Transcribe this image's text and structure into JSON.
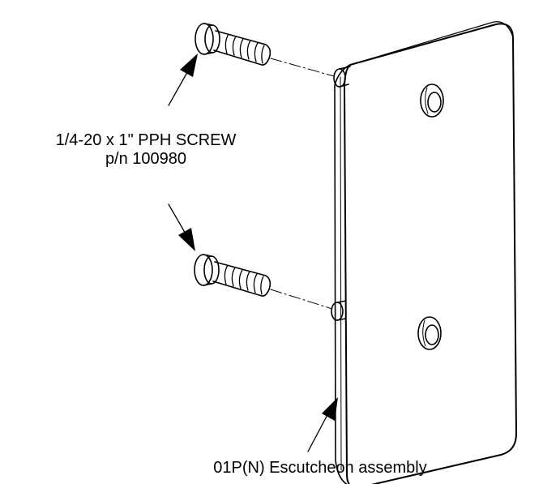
{
  "labels": {
    "screw_line1": "1/4-20 x 1\" PPH SCREW",
    "screw_line2": "p/n 100980",
    "escutcheon": "01P(N) Escutcheon assembly"
  },
  "parts": {
    "screws": [
      {
        "name": "upper-screw"
      },
      {
        "name": "lower-screw"
      }
    ],
    "plate": {
      "name": "escutcheon-plate",
      "holes": 2
    }
  },
  "colors": {
    "line": "#000000",
    "background": "#ffffff"
  }
}
